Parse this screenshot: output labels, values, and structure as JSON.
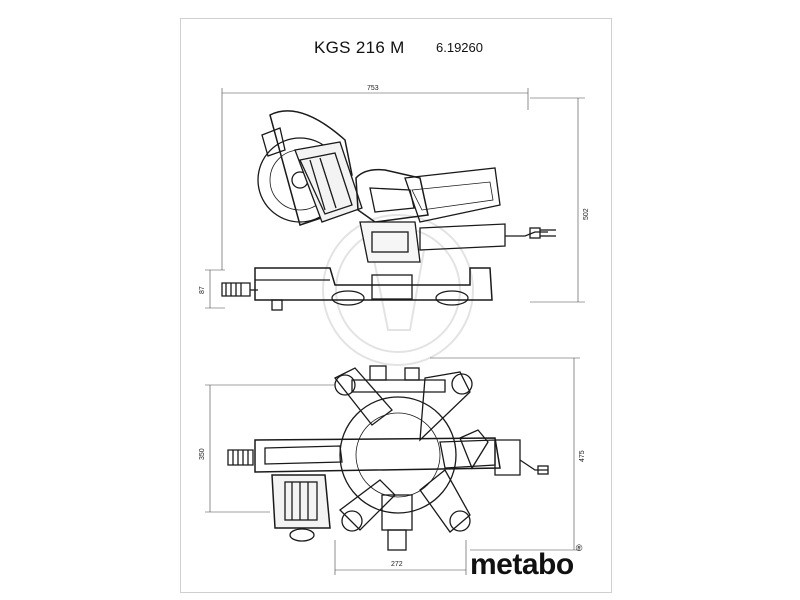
{
  "header": {
    "model": "KGS 216 M",
    "article_number": "6.19260"
  },
  "dimensions": {
    "overall_width": "753",
    "height_total": "502",
    "base_height": "87",
    "depth_front": "350",
    "depth_total": "475",
    "base_width": "272"
  },
  "brand": {
    "name": "metabo",
    "mark": "®"
  },
  "colors": {
    "line": "#1a1a1a",
    "dim_line": "#444444",
    "watermark": "#e3e3e3"
  }
}
